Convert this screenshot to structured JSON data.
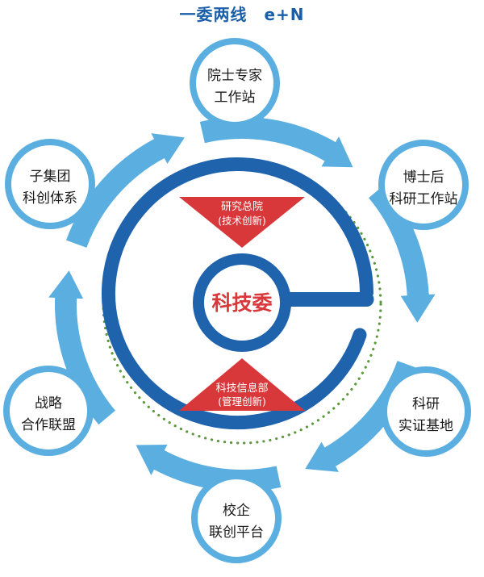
{
  "title": "一委两线　e+N",
  "center_label": "科技委",
  "top_wedge": {
    "line1": "研究总院",
    "line2": "(技术创新)"
  },
  "bottom_wedge": {
    "line1": "科技信息部",
    "line2": "(管理创新)"
  },
  "nodes": [
    {
      "line1": "院士专家",
      "line2": "工作站"
    },
    {
      "line1": "博士后",
      "line2": "科研工作站"
    },
    {
      "line1": "科研",
      "line2": "实证基地"
    },
    {
      "line1": "校企",
      "line2": "联创平台"
    },
    {
      "line1": "战略",
      "line2": "合作联盟"
    },
    {
      "line1": "子集团",
      "line2": "科创体系"
    }
  ],
  "colors": {
    "title": "#1a5fa8",
    "ring_blue": "#1f63ad",
    "light_blue": "#5aaee0",
    "wedge_red": "#d8383a",
    "center_text": "#d8383a",
    "node_text": "#1a1a1a",
    "dots": "#5a9a3a"
  }
}
